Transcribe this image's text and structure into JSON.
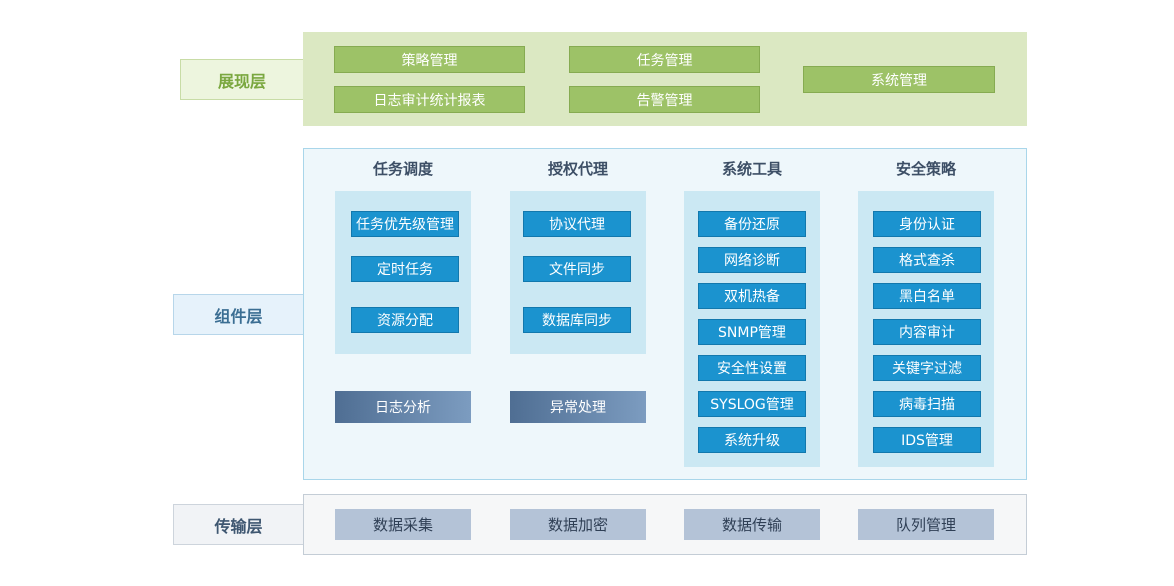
{
  "layers": {
    "presentation": {
      "label": "展现层",
      "items": [
        "策略管理",
        "任务管理",
        "系统管理",
        "日志审计统计报表",
        "告警管理"
      ]
    },
    "component": {
      "label": "组件层",
      "columns": [
        {
          "title": "任务调度",
          "items": [
            "任务优先级管理",
            "定时任务",
            "资源分配"
          ]
        },
        {
          "title": "授权代理",
          "items": [
            "协议代理",
            "文件同步",
            "数据库同步"
          ]
        },
        {
          "title": "系统工具",
          "items": [
            "备份还原",
            "网络诊断",
            "双机热备",
            "SNMP管理",
            "安全性设置",
            "SYSLOG管理",
            "系统升级"
          ]
        },
        {
          "title": "安全策略",
          "items": [
            "身份认证",
            "格式查杀",
            "黑白名单",
            "内容审计",
            "关键字过滤",
            "病毒扫描",
            "IDS管理"
          ]
        }
      ],
      "extras": [
        "日志分析",
        "异常处理"
      ]
    },
    "transport": {
      "label": "传输层",
      "items": [
        "数据采集",
        "数据加密",
        "数据传输",
        "队列管理"
      ]
    }
  },
  "colors": {
    "presentation_green": "#9dc267",
    "component_blue": "#1b93cf",
    "transport_grey": "#b4c3d7"
  }
}
